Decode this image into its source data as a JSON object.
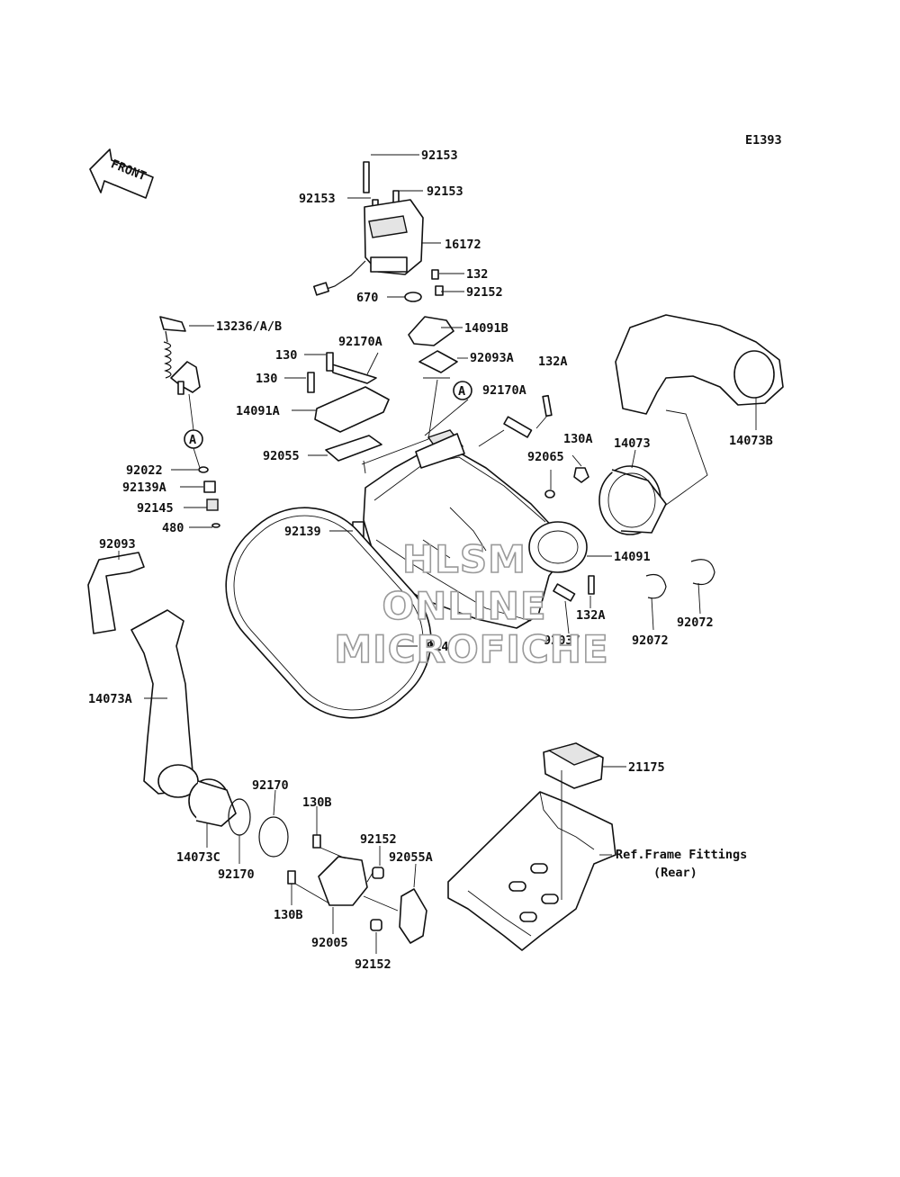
{
  "diagram_id": "E1393",
  "front_label": "FRONT",
  "callout_marker": "A",
  "watermark": [
    "HLSM",
    "ONLINE",
    "MICROFICHE"
  ],
  "labels": {
    "p92153_top": "92153",
    "p92153_left": "92153",
    "p92153_right": "92153",
    "p16172": "16172",
    "p132": "132",
    "p92152_top": "92152",
    "p670": "670",
    "p14091B": "14091B",
    "p13236": "13236/A/B",
    "p130_a": "130",
    "p92170A_top": "92170A",
    "p92093A": "92093A",
    "p130_b": "130",
    "p132A_top": "132A",
    "p92170A_mid": "92170A",
    "p14091A": "14091A",
    "p130A": "130A",
    "p14073": "14073",
    "p14073B": "14073B",
    "p92065": "92065",
    "p92055": "92055",
    "p92022": "92022",
    "p92139A": "92139A",
    "p92145": "92145",
    "p480": "480",
    "p92139": "92139",
    "p14091": "14091",
    "p92093": "92093",
    "p132A_bot": "132A",
    "p92037": "92037",
    "p92072_a": "92072",
    "p92072_b": "92072",
    "p39145": "39145",
    "p14073A": "14073A",
    "p21175": "21175",
    "p92170_top": "92170",
    "p130B_top": "130B",
    "p92152_mid": "92152",
    "p92055A": "92055A",
    "p14073C": "14073C",
    "p92170_bot": "92170",
    "p130B_bot": "130B",
    "p92005": "92005",
    "p92152_bot": "92152",
    "ref_line1": "Ref.Frame Fittings",
    "ref_line2": "(Rear)"
  }
}
